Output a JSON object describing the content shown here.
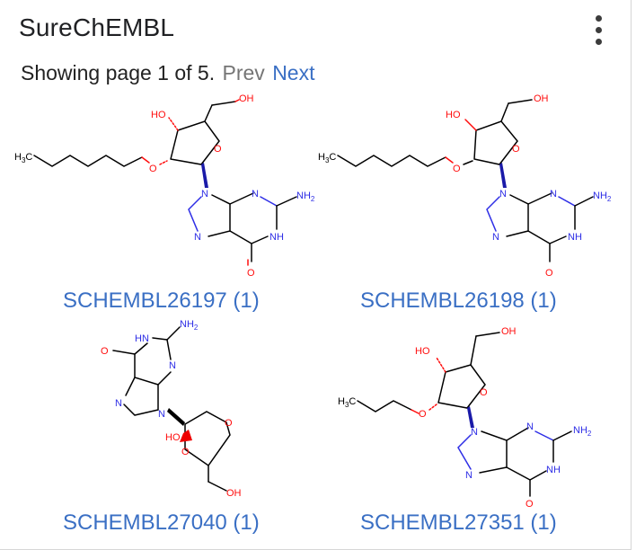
{
  "header": {
    "title": "SureChEMBL"
  },
  "pagination": {
    "status": "Showing page 1 of 5.",
    "prev_label": "Prev",
    "next_label": "Next"
  },
  "compounds": [
    {
      "link": "SCHEMBL26197 (1)"
    },
    {
      "link": "SCHEMBL26198 (1)"
    },
    {
      "link": "SCHEMBL27040 (1)"
    },
    {
      "link": "SCHEMBL27351 (1)"
    }
  ],
  "atom_labels": {
    "oh": "OH",
    "ho": "HO",
    "o": "O",
    "n": "N",
    "nh": "NH",
    "hn": "HN",
    "nh2": "NH",
    "sub2": "2",
    "h3c": "H",
    "sub3": "3",
    "c": "C"
  },
  "colors": {
    "link": "#3a6fc4",
    "oxygen": "#ff0d0d",
    "nitrogen": "#2e2ee6"
  }
}
